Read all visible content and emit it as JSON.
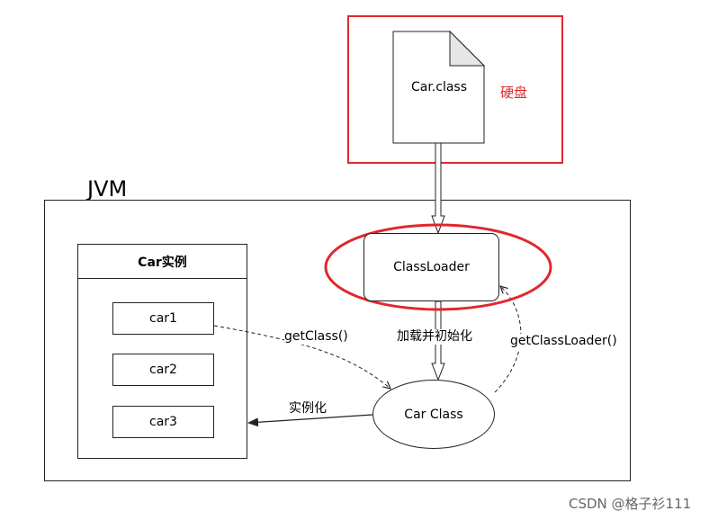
{
  "disk": {
    "file_label": "Car.class",
    "label": "硬盘"
  },
  "jvm": {
    "label": "JVM"
  },
  "instances": {
    "title": "Car实例",
    "items": [
      "car1",
      "car2",
      "car3"
    ]
  },
  "class_loader": {
    "label": "ClassLoader"
  },
  "car_class": {
    "label": "Car Class"
  },
  "edges": {
    "load_init": "加载并初始化",
    "get_class": "getClass()",
    "get_class_loader": "getClassLoader()",
    "instantiate": "实例化"
  },
  "watermark": "CSDN @格子衫111",
  "colors": {
    "highlight": "#e0282e"
  }
}
